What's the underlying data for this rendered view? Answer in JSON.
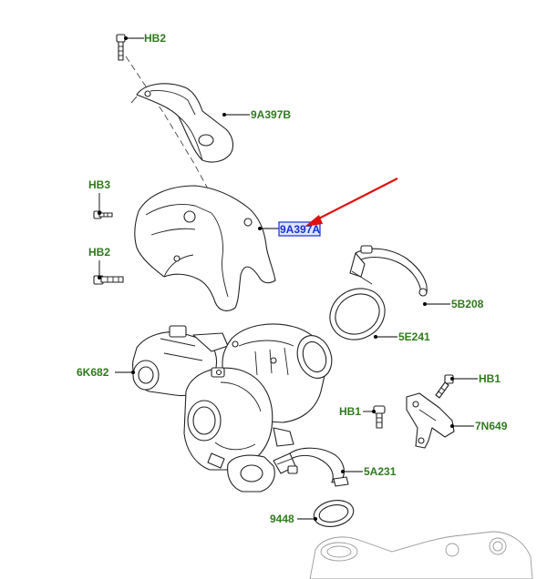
{
  "callouts": [
    {
      "id": "hb2-top",
      "text": "HB2"
    },
    {
      "id": "9a397b",
      "text": "9A397B"
    },
    {
      "id": "hb3",
      "text": "HB3"
    },
    {
      "id": "9a397a",
      "text": "9A397A",
      "selected": true
    },
    {
      "id": "hb2-mid",
      "text": "HB2"
    },
    {
      "id": "5b208",
      "text": "5B208"
    },
    {
      "id": "5e241",
      "text": "5E241"
    },
    {
      "id": "6k682",
      "text": "6K682"
    },
    {
      "id": "hb1-right",
      "text": "HB1"
    },
    {
      "id": "hb1-mid",
      "text": "HB1"
    },
    {
      "id": "7n649",
      "text": "7N649"
    },
    {
      "id": "5a231",
      "text": "5A231"
    },
    {
      "id": "9448",
      "text": "9448"
    }
  ],
  "colors": {
    "label": "#2f7a1c",
    "selected_label": "#1a2fd6",
    "arrow": "#e01010"
  }
}
